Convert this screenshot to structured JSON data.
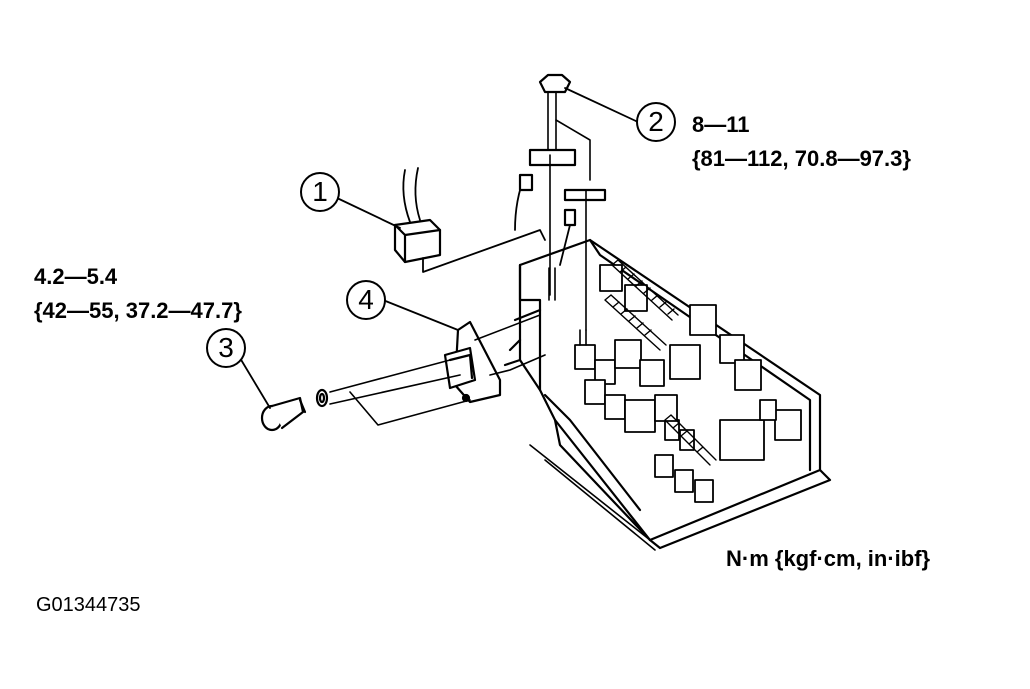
{
  "callouts": {
    "c1": "1",
    "c2": "2",
    "c3": "3",
    "c4": "4"
  },
  "torque_bolt": {
    "line1": "4.2—5.4",
    "line2": "{42—55, 37.2—47.7}"
  },
  "torque_nut": {
    "line1": "8—11",
    "line2": "{81—112, 70.8—97.3}"
  },
  "units": "N·m {kgf·cm, in·ibf}",
  "figure_code": "G01344735",
  "colors": {
    "ink": "#000000",
    "paper": "#ffffff"
  }
}
